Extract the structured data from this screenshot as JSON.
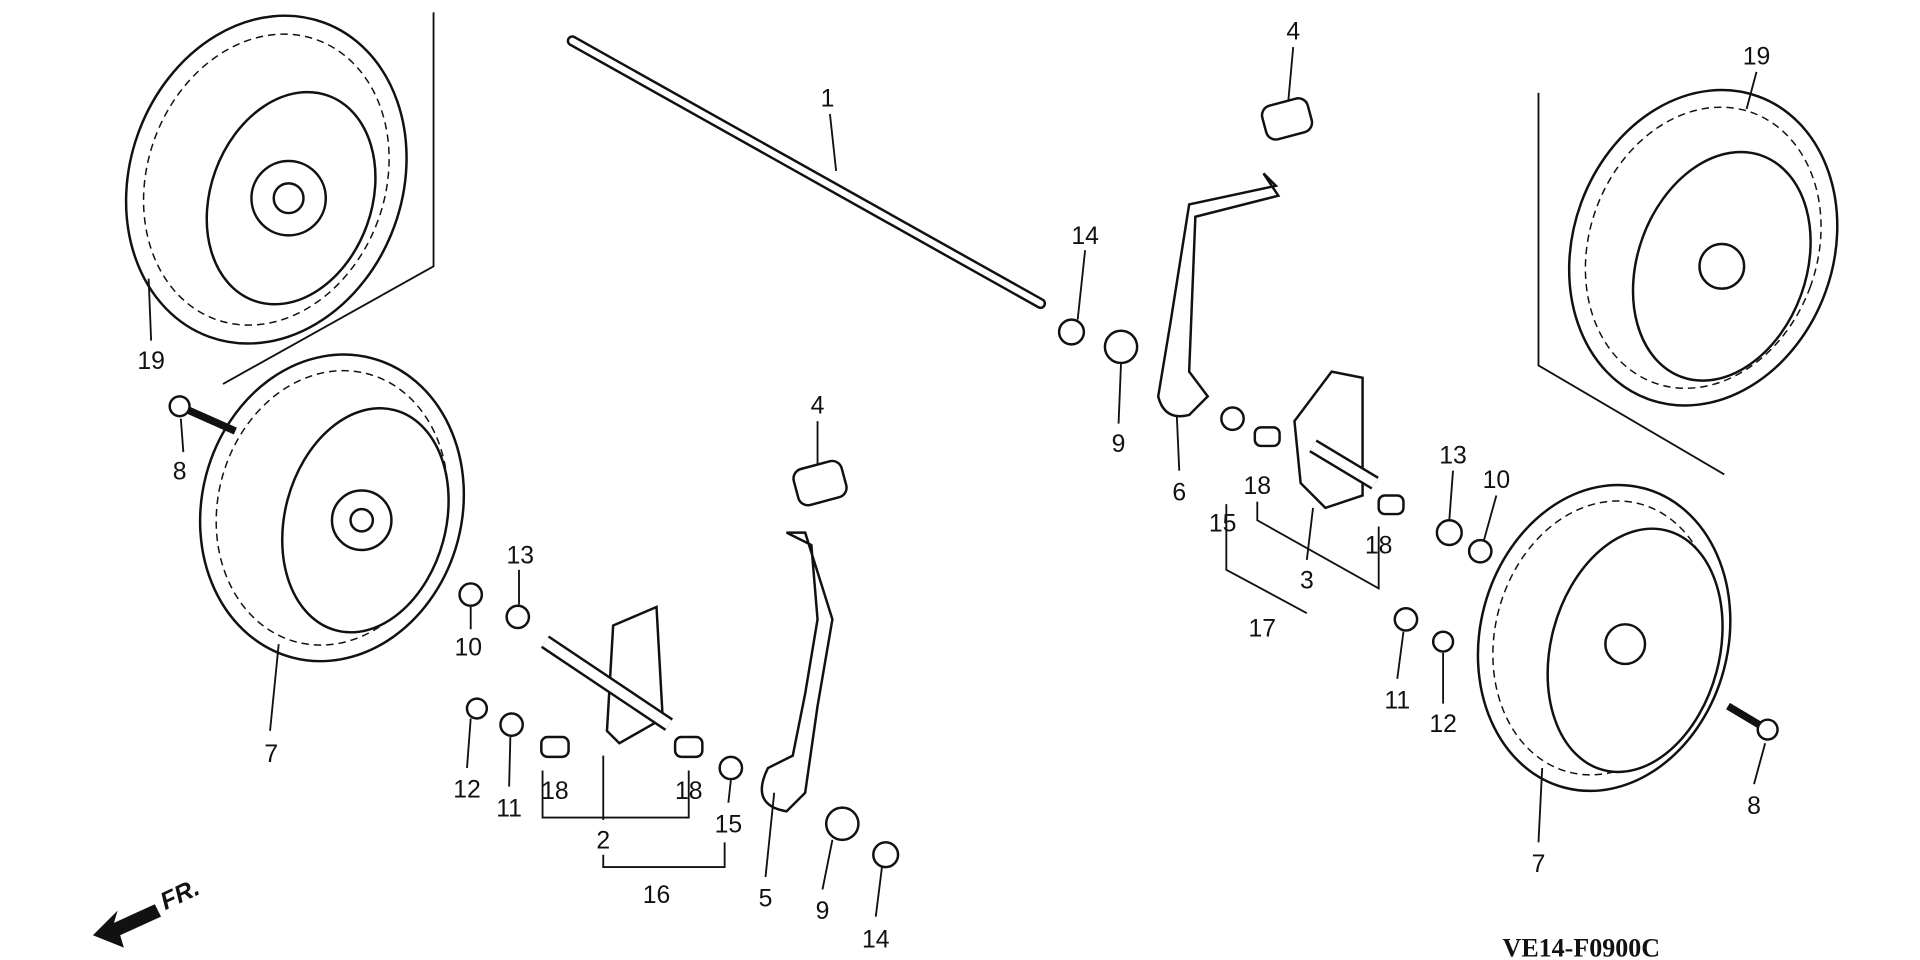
{
  "diagram_code": "VE14-F0900C",
  "front_indicator": "FR.",
  "callouts": {
    "shaft": "1",
    "cap_right": "4",
    "wheel_cover_right": "19",
    "clip_upper": "14",
    "cap_left": "4",
    "washer_upper": "9",
    "lever_right": "6",
    "wheel_cover_left": "19",
    "bolt_left": "8",
    "bushing_left": "13",
    "washer_left": "10",
    "clip_left": "12",
    "washer_11_left": "11",
    "collar_left_a": "18",
    "arm_left": "2",
    "collar_left_b": "18",
    "bushing_15_left": "15",
    "arm_set_left": "16",
    "lever_left": "5",
    "washer_lower": "9",
    "clip_lower": "14",
    "wheel_left": "7",
    "collar_right_a": "18",
    "bushing_15_right": "15",
    "arm_right": "3",
    "collar_right_b": "18",
    "arm_set_right": "17",
    "bushing_right": "13",
    "washer_right": "10",
    "washer_11_right": "11",
    "clip_right": "12",
    "wheel_right": "7",
    "bolt_right": "8"
  }
}
